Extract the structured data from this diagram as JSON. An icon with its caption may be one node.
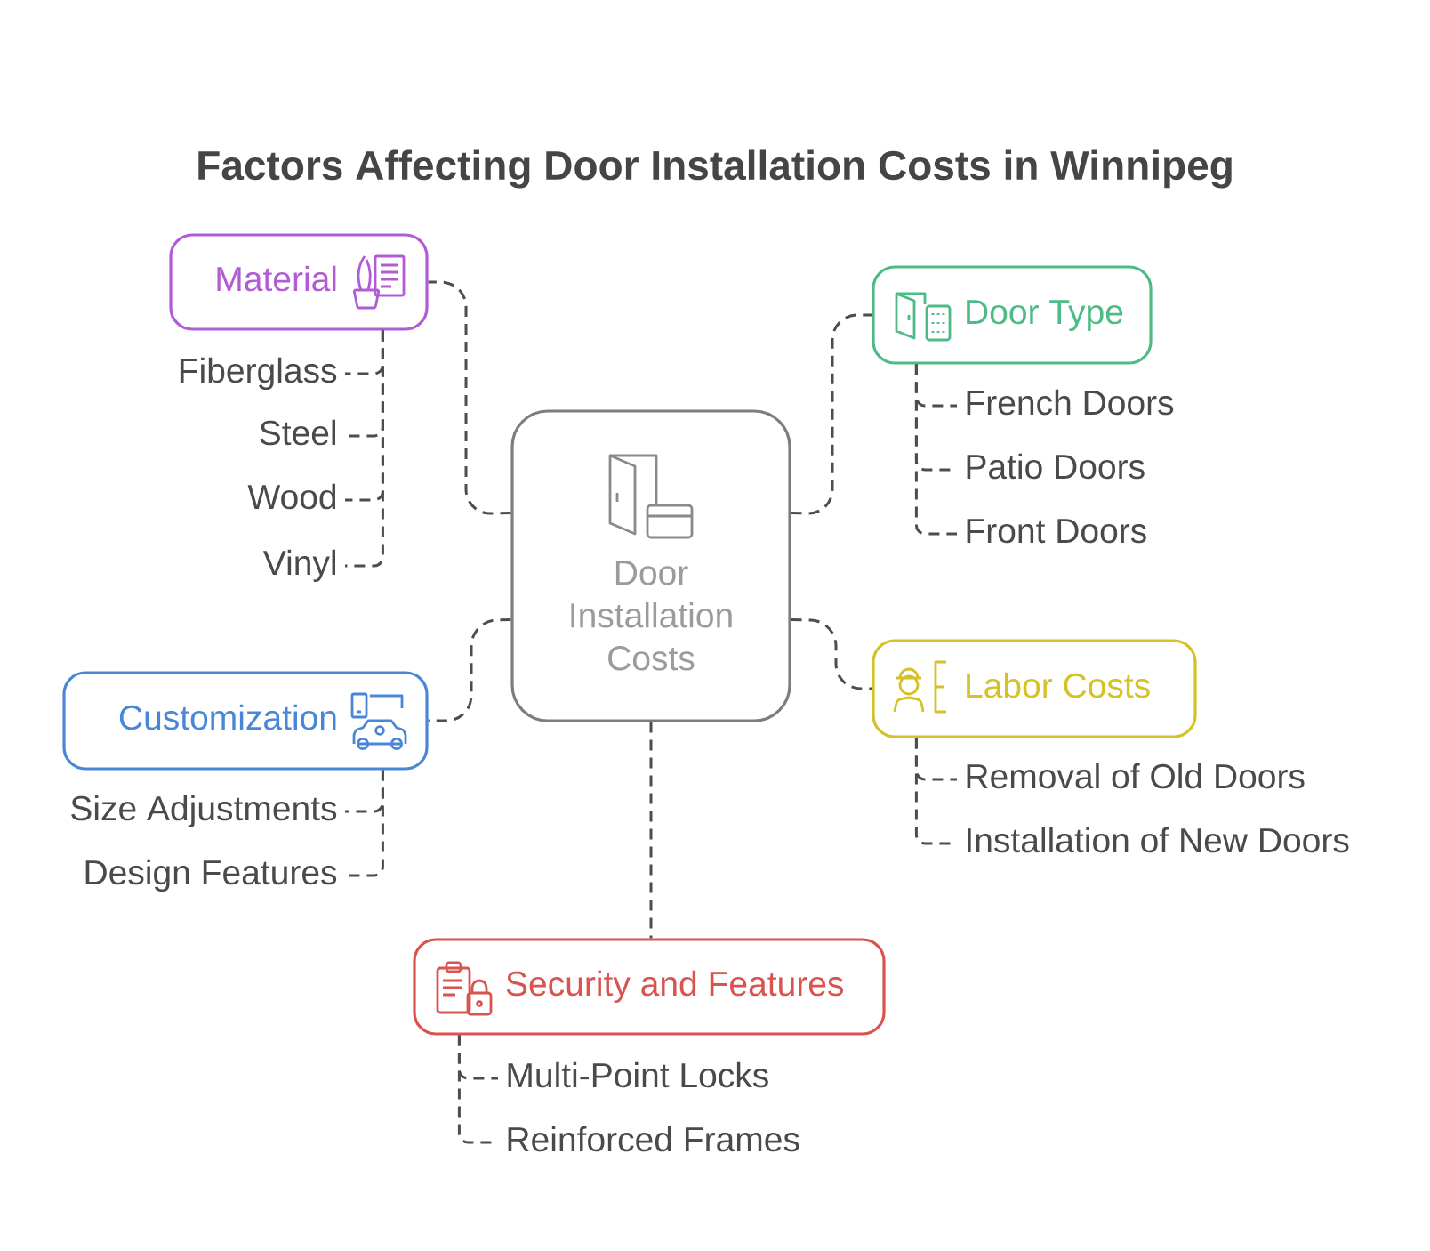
{
  "diagram": {
    "title": "Factors Affecting Door Installation Costs in Winnipeg",
    "nodes": [
      {
        "text": [
          "Door Installation Costs"
        ]
      },
      {
        "text": [
          "Material"
        ]
      },
      {
        "text": [
          "Fiberglass"
        ]
      },
      {
        "text": [
          "Steel"
        ]
      },
      {
        "text": [
          "Wood"
        ]
      },
      {
        "text": [
          "Vinyl"
        ]
      },
      {
        "text": [
          "Door Type"
        ]
      },
      {
        "text": [
          "French Doors"
        ]
      },
      {
        "text": [
          "Patio Doors"
        ]
      },
      {
        "text": [
          "Front Doors"
        ]
      },
      {
        "text": [
          "Customization"
        ]
      },
      {
        "text": [
          "Size Adjustments"
        ]
      },
      {
        "text": [
          "Design Features"
        ]
      },
      {
        "text": [
          "Labor Costs"
        ]
      },
      {
        "text": [
          "Removal of Old Doors"
        ]
      },
      {
        "text": [
          "Installation of New Doors"
        ]
      },
      {
        "text": [
          "Security and Features"
        ]
      },
      {
        "text": [
          "Multi-Point Locks"
        ]
      },
      {
        "text": [
          "Reinforced Frames"
        ]
      }
    ],
    "edges": [
      {
        "from": 0,
        "to": 1,
        "arrow": "none",
        "style": "dashed"
      },
      {
        "from": 1,
        "to": 2,
        "arrow": "none",
        "style": "dashed"
      },
      {
        "from": 1,
        "to": 3,
        "arrow": "none",
        "style": "dashed"
      },
      {
        "from": 1,
        "to": 4,
        "arrow": "none",
        "style": "dashed"
      },
      {
        "from": 1,
        "to": 5,
        "arrow": "none",
        "style": "dashed"
      },
      {
        "from": 0,
        "to": 6,
        "arrow": "none",
        "style": "dashed"
      },
      {
        "from": 6,
        "to": 7,
        "arrow": "none",
        "style": "dashed"
      },
      {
        "from": 6,
        "to": 8,
        "arrow": "none",
        "style": "dashed"
      },
      {
        "from": 6,
        "to": 9,
        "arrow": "none",
        "style": "dashed"
      },
      {
        "from": 0,
        "to": 10,
        "arrow": "none",
        "style": "dashed"
      },
      {
        "from": 10,
        "to": 11,
        "arrow": "none",
        "style": "dashed"
      },
      {
        "from": 10,
        "to": 12,
        "arrow": "none",
        "style": "dashed"
      },
      {
        "from": 0,
        "to": 13,
        "arrow": "none",
        "style": "dashed"
      },
      {
        "from": 13,
        "to": 14,
        "arrow": "none",
        "style": "dashed"
      },
      {
        "from": 13,
        "to": 15,
        "arrow": "none",
        "style": "dashed"
      },
      {
        "from": 0,
        "to": 16,
        "arrow": "none",
        "style": "dashed"
      },
      {
        "from": 16,
        "to": 17,
        "arrow": "none",
        "style": "dashed"
      },
      {
        "from": 16,
        "to": 18,
        "arrow": "none",
        "style": "dashed"
      }
    ]
  }
}
